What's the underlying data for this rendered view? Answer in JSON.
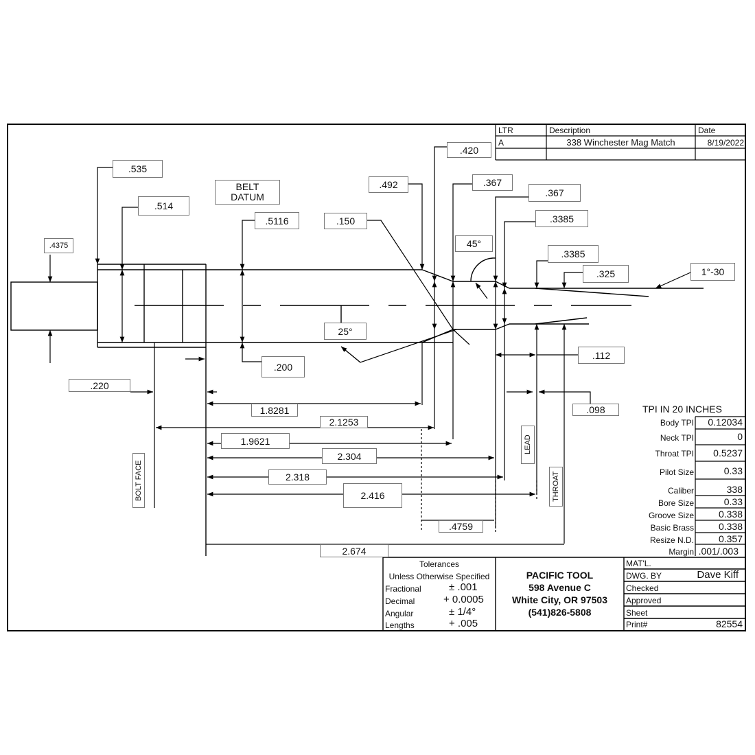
{
  "revision": {
    "headers": {
      "ltr": "LTR",
      "description": "Description",
      "date": "Date"
    },
    "rows": [
      {
        "ltr": "A",
        "description": "338 Winchester Mag Match",
        "date": "8/19/2022"
      }
    ]
  },
  "dimensions": {
    "d535": ".535",
    "d514": ".514",
    "d4375": ".4375",
    "belt_datum_1": "BELT",
    "belt_datum_2": "DATUM",
    "d5116": ".5116",
    "d150": ".150",
    "d492": ".492",
    "d420": ".420",
    "d367a": ".367",
    "d367b": ".367",
    "d3385a": ".3385",
    "d3385b": ".3385",
    "d325": ".325",
    "angle_45": "45°",
    "angle_1_30": "1°-30",
    "angle_25": "25°",
    "d200": ".200",
    "d112": ".112",
    "d220": ".220",
    "d098": ".098",
    "d18281": "1.8281",
    "d21253": "2.1253",
    "d19621": "1.9621",
    "d2304": "2.304",
    "d2318": "2.318",
    "d2416": "2.416",
    "d4759": ".4759",
    "d2674": "2.674"
  },
  "vertical_labels": {
    "bolt_face": "BOLT FACE",
    "lead": "LEAD",
    "throat": "THROAT"
  },
  "specs": {
    "title": "TPI IN 20  INCHES",
    "rows": [
      {
        "label": "Body TPI",
        "value": "0.12034"
      },
      {
        "label": "Neck TPI",
        "value": "0"
      },
      {
        "label": "Throat TPI",
        "value": "0.5237"
      },
      {
        "label": "Pilot Size",
        "value": "0.33"
      },
      {
        "label": "Caliber",
        "value": "338"
      },
      {
        "label": "Bore Size",
        "value": "0.33"
      },
      {
        "label": "Groove Size",
        "value": "0.338"
      },
      {
        "label": "Basic Brass",
        "value": "0.338"
      },
      {
        "label": "Resize N.D.",
        "value": "0.357"
      },
      {
        "label": "Margin",
        "value": ".001/.003"
      }
    ]
  },
  "tolerances": {
    "title": "Tolerances",
    "subtitle": "Unless Otherwise Specified",
    "rows": [
      {
        "label": "Fractional",
        "value": "± .001"
      },
      {
        "label": "Decimal",
        "value": "+ 0.0005"
      },
      {
        "label": "Angular",
        "value": "± 1/4°"
      },
      {
        "label": "Lengths",
        "value": "+ .005"
      }
    ]
  },
  "company": {
    "name": "PACIFIC TOOL",
    "address": "598 Avenue C",
    "city": "White City, OR 97503",
    "phone": "(541)826-5808"
  },
  "title_block": {
    "rows": [
      {
        "label": "MAT'L.",
        "value": ""
      },
      {
        "label": "DWG. BY",
        "value": "Dave Kiff"
      },
      {
        "label": "Checked",
        "value": ""
      },
      {
        "label": "Approved",
        "value": ""
      },
      {
        "label": "Sheet",
        "value": ""
      },
      {
        "label": "Print#",
        "value": "82554"
      }
    ]
  }
}
